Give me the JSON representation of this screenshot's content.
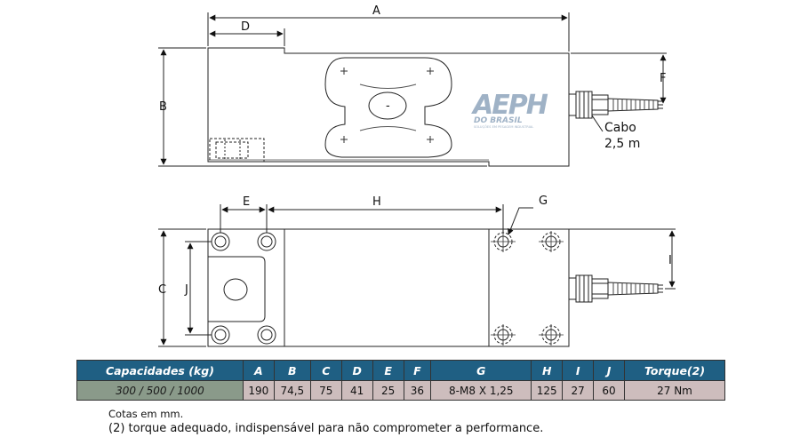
{
  "labels": {
    "A": "A",
    "B": "B",
    "C": "C",
    "D": "D",
    "E": "E",
    "F": "F",
    "G": "G",
    "H": "H",
    "I": "I",
    "J": "J"
  },
  "cable": {
    "line1": "Cabo",
    "line2": "2,5 m"
  },
  "logo": {
    "mark": "AEPH",
    "name": "DO BRASIL",
    "tagline": "SOLUÇÕES EM PESAGEM INDUSTRIAL",
    "color": "#9fb2c6"
  },
  "table": {
    "header_color": "#1f5f83",
    "headers": [
      "Capacidades (kg)",
      "A",
      "B",
      "C",
      "D",
      "E",
      "F",
      "G",
      "H",
      "I",
      "J",
      "Torque(2)"
    ],
    "values": [
      "300 / 500 / 1000",
      "190",
      "74,5",
      "75",
      "41",
      "25",
      "36",
      "8-M8 X 1,25",
      "125",
      "27",
      "60",
      "27 Nm"
    ]
  },
  "notes": {
    "line1": "Cotas em mm.",
    "line2": "(2) torque adequado, indispensável para não comprometer a performance."
  }
}
